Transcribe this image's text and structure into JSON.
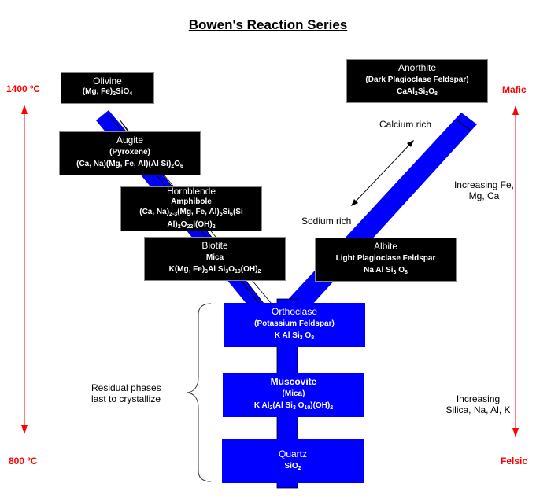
{
  "title": "Bowen's Reaction Series",
  "colors": {
    "box_dark": "#000000",
    "band_blue": "#0000ff",
    "axis_red": "#ff0000",
    "axis_line": "#ff8080"
  },
  "temperature_axis": {
    "top": "1400 ºC",
    "bottom": "800 ºC"
  },
  "composition_axis": {
    "top": "Mafic",
    "bottom": "Felsic"
  },
  "discontinuous_series": [
    {
      "name": "Olivine",
      "sub": "",
      "formula_html": "(Mg, Fe)<sub>2</sub>SiO<sub>4</sub>"
    },
    {
      "name": "Augite",
      "sub": "(Pyroxene)",
      "formula_html": "(Ca, Na)(Mg, Fe, Al)(Al Si)<sub>2</sub>O<sub>6</sub>"
    },
    {
      "name": "Hornblende",
      "sub": "Amphibole",
      "formula_html": "(Ca, Na)<sub>2-3</sub>(Mg, Fe, Al)<sub>5</sub>Si<sub>6</sub>(Si Al)<sub>2</sub>O<sub>22</sub>l(OH)<sub>2</sub>"
    },
    {
      "name": "Biotite",
      "sub": "Mica",
      "formula_html": "K(Mg, Fe)<sub>3</sub>Al Si<sub>3</sub>O<sub>10</sub>(OH)<sub>2</sub>"
    }
  ],
  "continuous_series": [
    {
      "name": "Anorthite",
      "sub": "(Dark Plagioclase Feldspar)",
      "formula_html": "CaAl<sub>2</sub>Si<sub>2</sub>O<sub>8</sub>"
    },
    {
      "name": "Albite",
      "sub": "Light Plagioclase Feldspar",
      "formula_html": "Na Al Si<sub>3</sub> O<sub>8</sub>"
    }
  ],
  "residual_series": [
    {
      "name": "Orthoclase",
      "sub": "(Potassium Feldspar)",
      "formula_html": "K Al Si<sub>3</sub> O<sub>8</sub>"
    },
    {
      "name": "Muscovite",
      "sub": "(Mica)",
      "formula_html": "K Al<sub>2</sub>(Al Si<sub>3</sub> O<sub>10</sub>)(OH)<sub>2</sub>"
    },
    {
      "name": "Quartz",
      "sub": "",
      "formula_html": "SiO<sub>2</sub>"
    }
  ],
  "annotations": {
    "calcium_rich": "Calcium rich",
    "sodium_rich": "Sodium rich",
    "increasing_fe_line1": "Increasing Fe,",
    "increasing_fe_line2": "Mg, Ca",
    "increasing_silica_line1": "Increasing",
    "increasing_silica_line2": "Silica, Na, Al, K",
    "residual_line1": "Residual phases",
    "residual_line2": "last to crystallize"
  }
}
